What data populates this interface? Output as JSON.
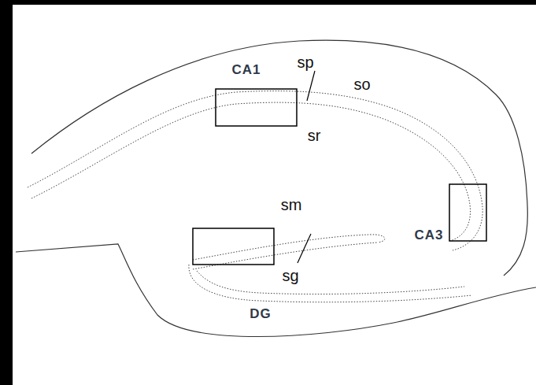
{
  "diagram": {
    "labels": [
      "CA1",
      "sp",
      "so",
      "sr",
      "sm",
      "CA3",
      "sg",
      "DG"
    ]
  }
}
